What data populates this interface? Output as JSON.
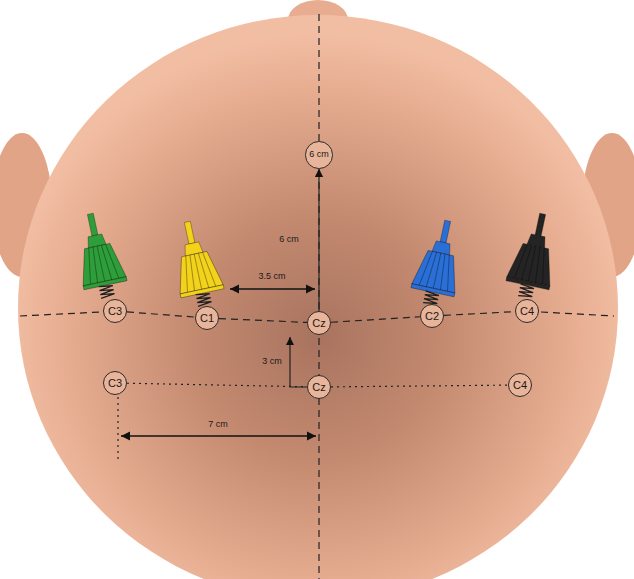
{
  "diagram": {
    "nodes": [
      {
        "text": [
          "6 cm"
        ]
      },
      {
        "text": [
          "C3"
        ]
      },
      {
        "text": [
          "C1"
        ]
      },
      {
        "text": [
          "Cz"
        ]
      },
      {
        "text": [
          "C2"
        ]
      },
      {
        "text": [
          "C4"
        ]
      },
      {
        "text": [
          "C3"
        ]
      },
      {
        "text": [
          "Cz"
        ]
      },
      {
        "text": [
          "C4"
        ]
      }
    ],
    "edges": [
      {
        "from": 3,
        "to": 0,
        "arrow": "to",
        "label": "6 cm"
      },
      {
        "from": 1,
        "to": 2,
        "arrow": "none"
      },
      {
        "from": 2,
        "to": 3,
        "arrow": "none"
      },
      {
        "from": 3,
        "to": 4,
        "arrow": "none"
      },
      {
        "from": 4,
        "to": 5,
        "arrow": "none"
      },
      {
        "from": 6,
        "to": 7,
        "arrow": "none"
      },
      {
        "from": 7,
        "to": 8,
        "arrow": "none"
      },
      {
        "from": 7,
        "to": 3,
        "arrow": "to",
        "label": "3 cm"
      }
    ],
    "labels": [
      "3.5 cm",
      "7 cm"
    ]
  }
}
